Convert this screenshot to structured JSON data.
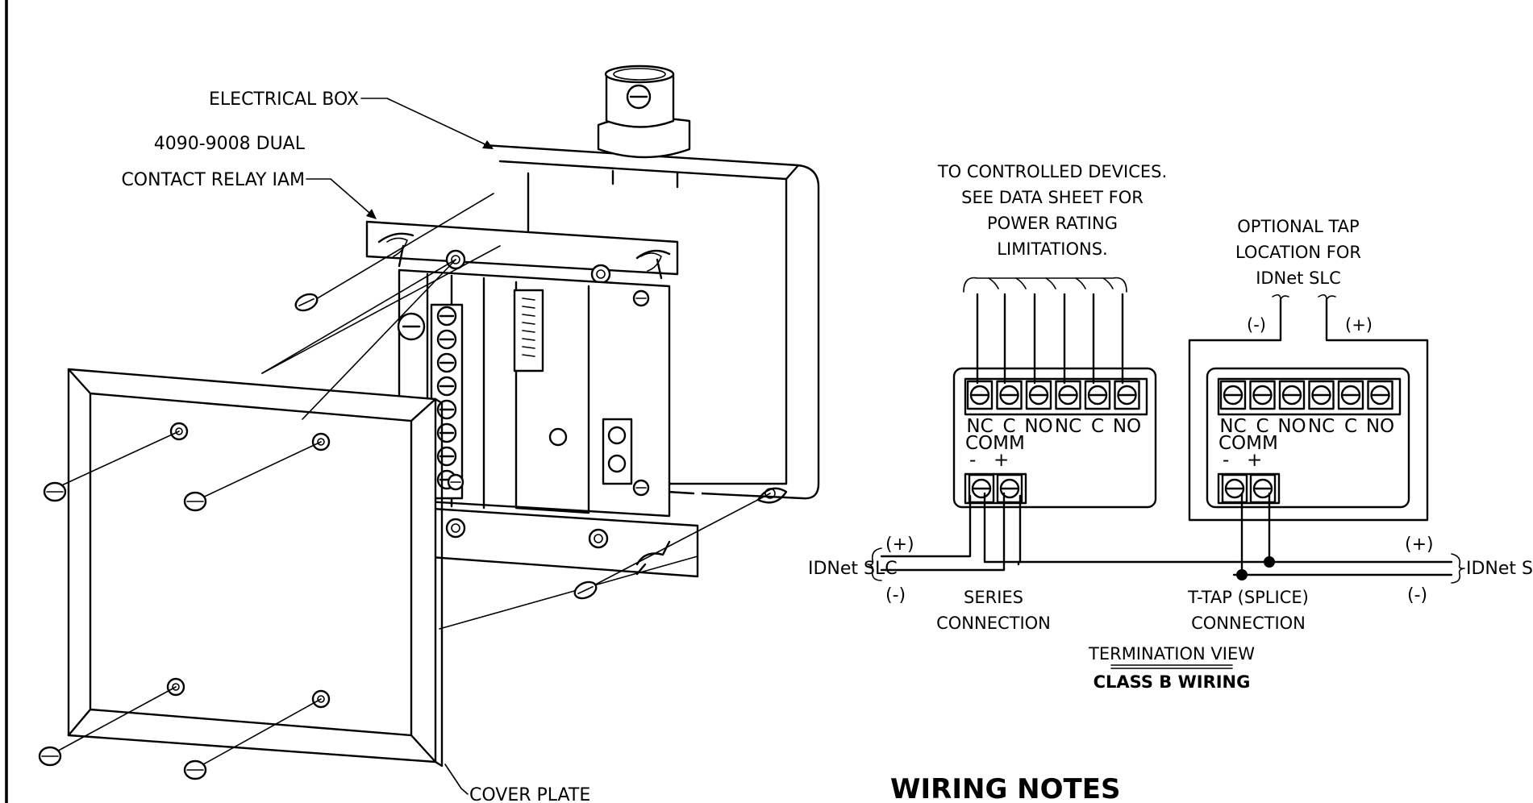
{
  "labels": {
    "electrical_box": "ELECTRICAL BOX",
    "relay_line1": "4090-9008 DUAL",
    "relay_line2": "CONTACT RELAY IAM",
    "cover_plate": "COVER PLATE"
  },
  "controlled_devices": [
    "TO CONTROLLED DEVICES.",
    "SEE DATA SHEET FOR",
    "POWER RATING",
    "LIMITATIONS."
  ],
  "optional_tap": [
    "OPTIONAL TAP",
    "LOCATION FOR",
    "IDNet SLC"
  ],
  "tap_polarity": {
    "minus": "(-)",
    "plus": "(+)"
  },
  "terminals": {
    "relay_labels": [
      "NC",
      "C",
      "NO",
      "NC",
      "C",
      "NO"
    ],
    "comm": "COMM",
    "comm_minus": "-",
    "comm_plus": "+"
  },
  "slc": {
    "left_label": "IDNet SLC",
    "right_label": "IDNet SLC",
    "plus": "(+)",
    "minus": "(-)"
  },
  "connections": {
    "series": [
      "SERIES",
      "CONNECTION"
    ],
    "ttap": [
      "T-TAP (SPLICE)",
      "CONNECTION"
    ]
  },
  "view": {
    "title": "TERMINATION VIEW",
    "subtitle": "CLASS B WIRING"
  },
  "notes_heading": "WIRING NOTES"
}
